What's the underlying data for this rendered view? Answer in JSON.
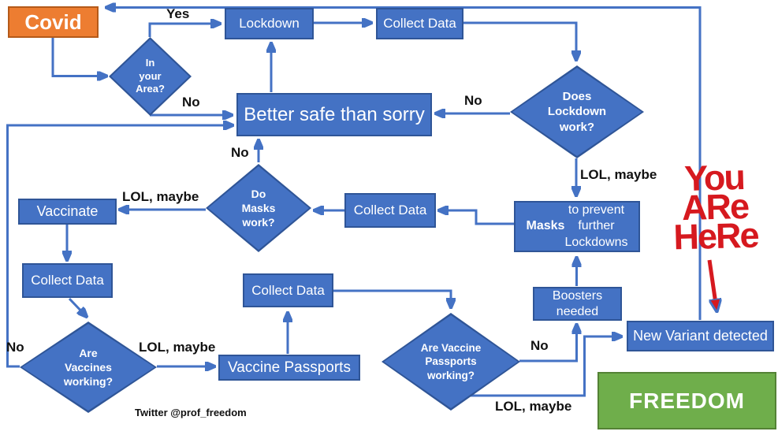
{
  "flowchart": {
    "nodes": {
      "covid": "Covid",
      "lockdown": "Lockdown",
      "collect_data": "Collect Data",
      "better_safe": "Better safe than sorry",
      "in_your_area": "In\nyour\nArea?",
      "does_lockdown_work": "Does\nLockdown\nwork?",
      "do_masks_work": "Do\nMasks\nwork?",
      "masks_bold": "Masks",
      "masks_rest": " to prevent\nfurther\nLockdowns",
      "vaccinate": "Vaccinate",
      "are_vaccines_working": "Are\nVaccines\nworking?",
      "vaccine_passports": "Vaccine Passports",
      "are_vaccine_passports_working": "Are Vaccine\nPassports\nworking?",
      "boosters_needed": "Boosters\nneeded",
      "new_variant": "New Variant detected",
      "freedom": "FREEDOM"
    },
    "edge_labels": {
      "yes": "Yes",
      "no": "No",
      "lol_maybe": "LOL, maybe"
    },
    "annotation": {
      "you_are_here": "You\nARe\nHeRe"
    },
    "credit": "Twitter @prof_freedom",
    "colors": {
      "node_blue": "#4472C4",
      "node_border": "#2F5597",
      "covid_orange": "#ED7D31",
      "covid_border": "#B55A19",
      "freedom_green": "#6FAE4B",
      "freedom_border": "#548235",
      "annotation_red": "#D6191F",
      "line_blue": "#4472C4"
    }
  }
}
